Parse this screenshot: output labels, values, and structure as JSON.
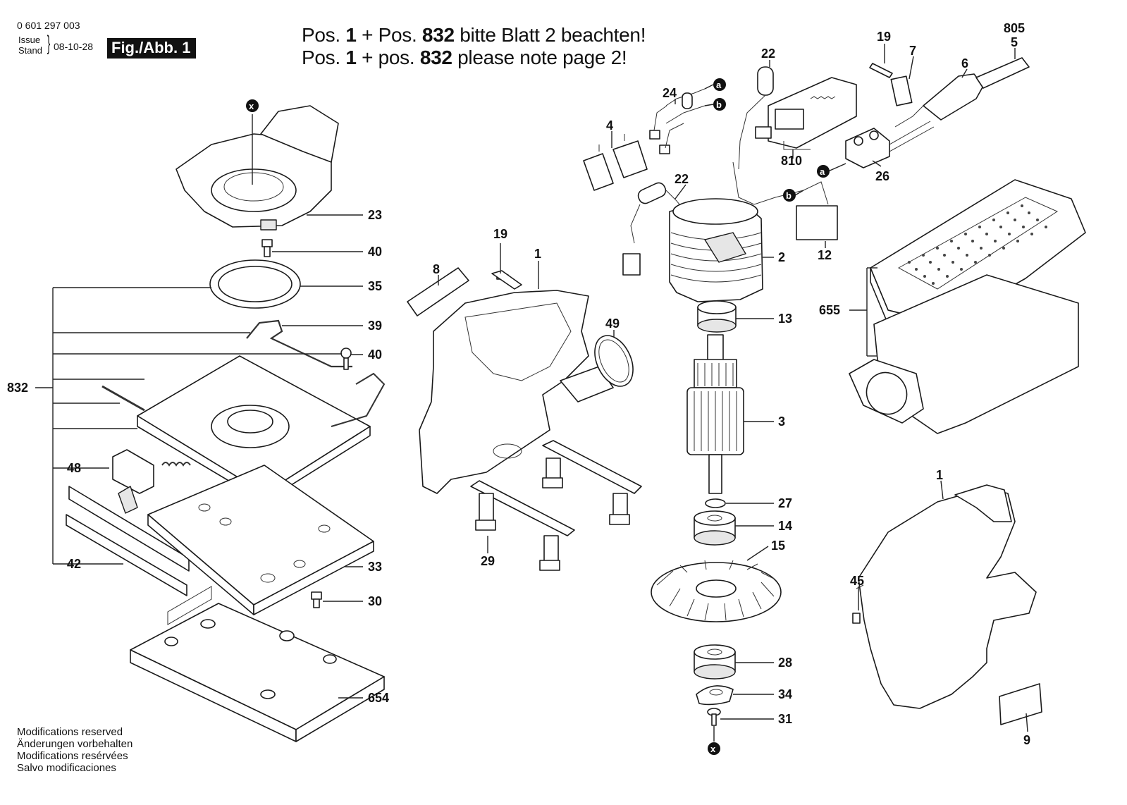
{
  "header": {
    "doc_number": "0 601 297 003",
    "issue_label": "Issue",
    "stand_label": "Stand",
    "date": "08-10-28",
    "fig_label": "Fig./Abb. 1"
  },
  "notes": {
    "line1_a": "Pos. ",
    "line1_b": "1",
    "line1_c": " + Pos. ",
    "line1_d": "832",
    "line1_e": " bitte Blatt 2 beachten!",
    "line2_a": "Pos. ",
    "line2_b": "1",
    "line2_c": " + pos. ",
    "line2_d": "832",
    "line2_e": " please note page 2!"
  },
  "footer": {
    "line1": "Modifications reserved",
    "line2": "Änderungen vorbehalten",
    "line3": "Modifications resérvées",
    "line4": "Salvo modificaciones"
  },
  "markers": {
    "x": "x",
    "a": "a",
    "b": "b"
  },
  "part_labels": {
    "p23": "23",
    "p40a": "40",
    "p35": "35",
    "p39": "39",
    "p40b": "40",
    "p832": "832",
    "p48": "48",
    "p42": "42",
    "p33": "33",
    "p30": "30",
    "p654": "654",
    "p8": "8",
    "p19a": "19",
    "p1a": "1",
    "p49": "49",
    "p29": "29",
    "p4": "4",
    "p24": "24",
    "p22a": "22",
    "p22b": "22",
    "p810": "810",
    "p19b": "19",
    "p7": "7",
    "p805": "805",
    "p5": "5",
    "p6": "6",
    "p26": "26",
    "p12": "12",
    "p2": "2",
    "p13": "13",
    "p3": "3",
    "p27": "27",
    "p14": "14",
    "p15": "15",
    "p28": "28",
    "p34": "34",
    "p31": "31",
    "p655": "655",
    "p1b": "1",
    "p45": "45",
    "p9": "9"
  }
}
